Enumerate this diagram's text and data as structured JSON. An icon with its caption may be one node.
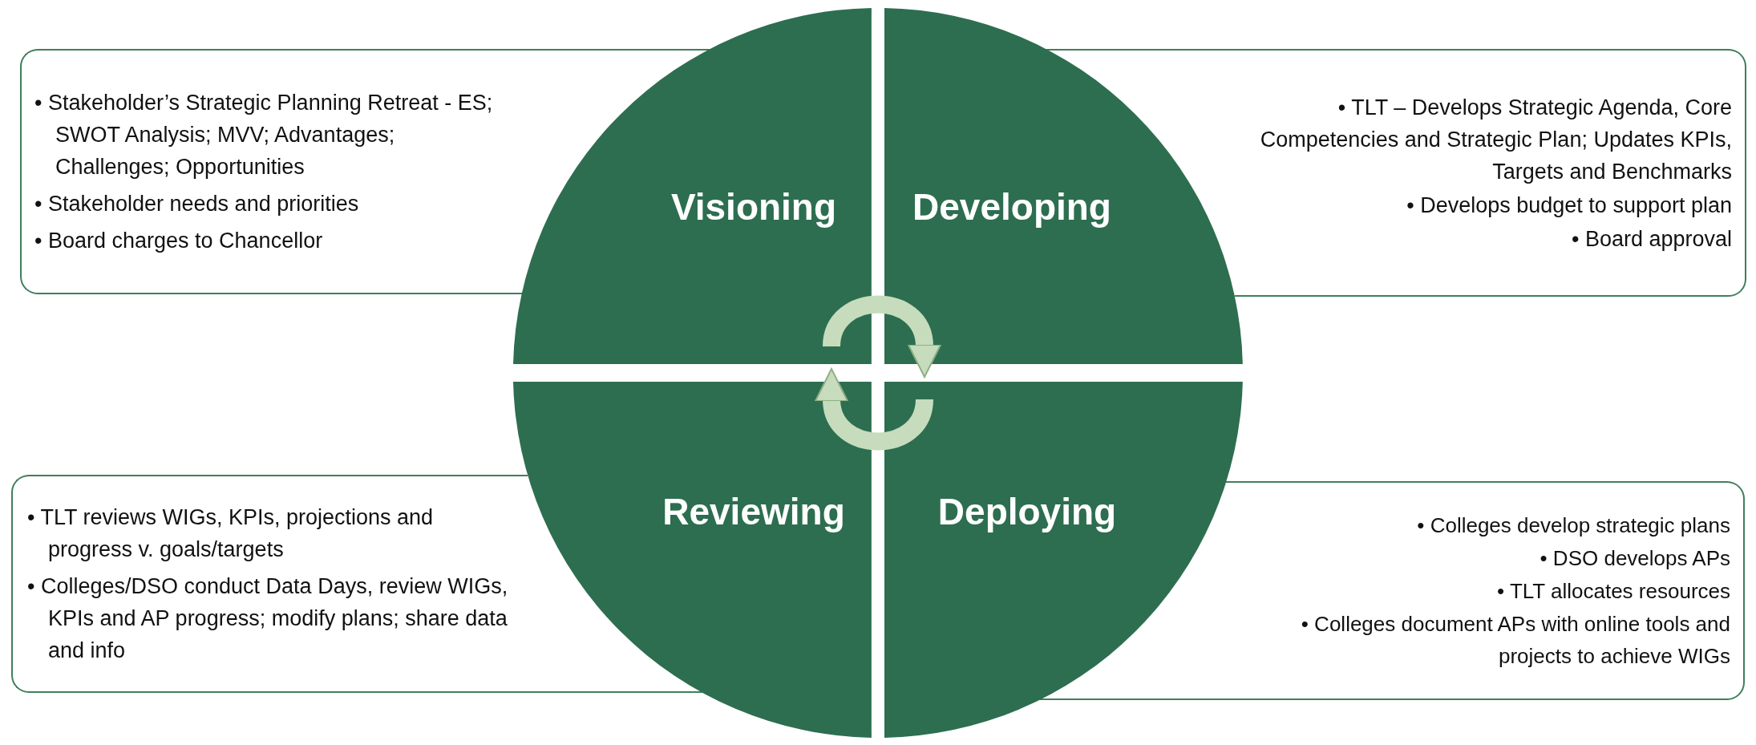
{
  "diagram": {
    "nodes": [
      {
        "text": [
          "• Stakeholder’s Strategic Planning Retreat - ES; SWOT Analysis; MVV; Advantages; Challenges; Opportunities",
          "• Stakeholder needs and priorities",
          "• Board charges to Chancellor"
        ]
      },
      {
        "text": [
          "Visioning"
        ]
      },
      {
        "text": [
          "Developing"
        ]
      },
      {
        "text": [
          "• TLT – Develops Strategic Agenda, Core Competencies and Strategic Plan; Updates KPIs, Targets and Benchmarks",
          "• Develops budget to support plan",
          "• Board approval"
        ]
      },
      {
        "text": [
          "• TLT reviews WIGs, KPIs, projections and progress v. goals/targets",
          "• Colleges/DSO conduct Data Days, review WIGs, KPIs and AP progress; modify plans; share data and info"
        ]
      },
      {
        "text": [
          "Reviewing"
        ]
      },
      {
        "text": [
          "Deploying"
        ]
      },
      {
        "text": [
          "• Colleges develop strategic plans",
          "• DSO develops APs",
          "• TLT allocates resources",
          "• Colleges document APs with online tools and projects to achieve WIGs"
        ]
      }
    ],
    "edges": [
      {
        "from": 1,
        "to": 2,
        "arrow": "to"
      },
      {
        "from": 6,
        "to": 5,
        "arrow": "to"
      }
    ]
  }
}
